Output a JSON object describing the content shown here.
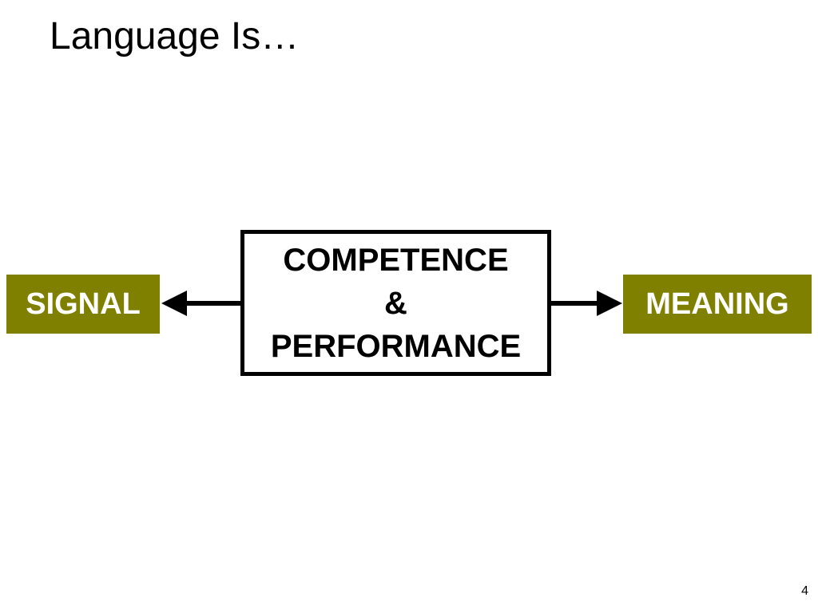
{
  "slide": {
    "title": "Language Is…",
    "page_number": "4"
  },
  "diagram": {
    "left_node": "SIGNAL",
    "right_node": "MEANING",
    "center_lines": [
      "COMPETENCE",
      "&",
      "PERFORMANCE"
    ]
  },
  "colors": {
    "node_fill": "#808000",
    "node_text": "#ffffff",
    "center_border": "#000000",
    "arrow": "#000000"
  }
}
